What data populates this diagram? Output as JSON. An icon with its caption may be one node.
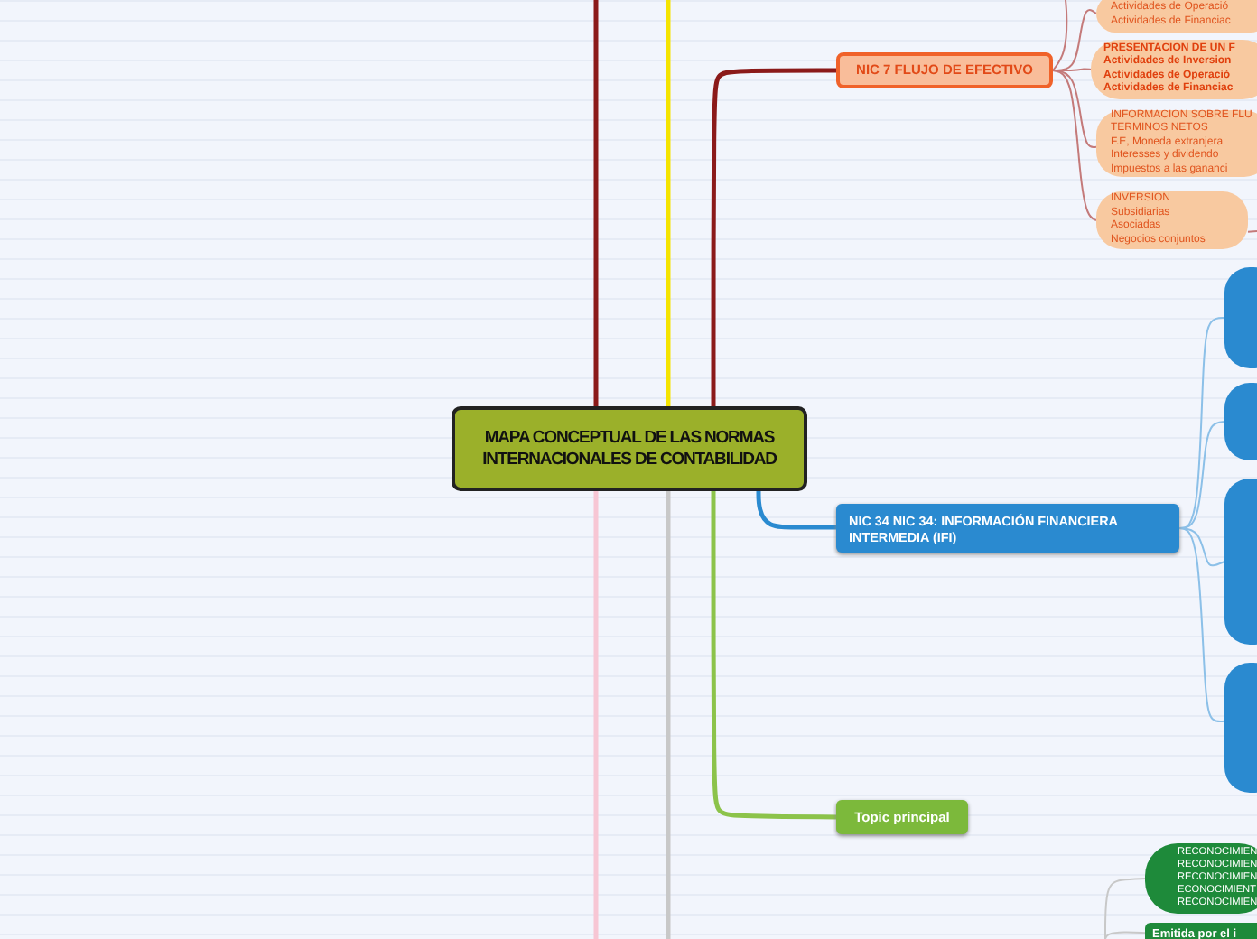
{
  "diagram": {
    "nodes": [
      {
        "text": [
          "MAPA CONCEPTUAL DE LAS NORMAS INTERNACIONALES DE CONTABILIDAD"
        ]
      },
      {
        "text": [
          "NIC 7 FLUJO DE EFECTIVO"
        ]
      },
      {
        "text": [
          "Actividades de Operació",
          "Actividades de Financiac"
        ]
      },
      {
        "text": [
          "PRESENTACION DE UN F",
          "Actividades de Inversion",
          "Actividades de Operació",
          "Actividades de Financiac"
        ]
      },
      {
        "text": [
          "INFORMACION SOBRE FLU TERMINOS NETOS",
          "F.E, Moneda extranjera",
          "Interesses y dividendo",
          "Impuestos a las gananci"
        ]
      },
      {
        "text": [
          "INVERSION",
          "Subsidiarias",
          "Asociadas",
          "Negocios conjuntos"
        ]
      },
      {
        "text": [
          "NIC 34 NIC 34: INFORMACIÓN FINANCIERA INTERMEDIA (IFI)"
        ]
      },
      {
        "text": [],
        "shape": "box"
      },
      {
        "text": [],
        "shape": "box"
      },
      {
        "text": [],
        "shape": "box"
      },
      {
        "text": [],
        "shape": "box"
      },
      {
        "text": [
          "Topic principal"
        ]
      },
      {
        "text": [
          "RECONOCIMIEN",
          "RECONOCIMIEN",
          "RECONOCIMIEN",
          "ECONOCIMIENT",
          "RECONOCIMIEN"
        ]
      },
      {
        "text": [
          "Emitida por el i"
        ]
      }
    ],
    "edges": [
      {
        "from": 0,
        "to": 1,
        "arrow": "none",
        "style": "thick",
        "color": "#8b1a1a"
      },
      {
        "from": 1,
        "to": 2,
        "arrow": "none",
        "color": "#c47a7a"
      },
      {
        "from": 1,
        "to": 3,
        "arrow": "none",
        "color": "#c47a7a"
      },
      {
        "from": 1,
        "to": 4,
        "arrow": "none",
        "color": "#c47a7a"
      },
      {
        "from": 1,
        "to": 5,
        "arrow": "none",
        "color": "#c47a7a"
      },
      {
        "from": 1,
        "to": null,
        "arrow": "none",
        "color": "#c47a7a"
      },
      {
        "from": 5,
        "to": null,
        "arrow": "none",
        "color": "#c47a7a"
      },
      {
        "from": 0,
        "to": 6,
        "arrow": "none",
        "style": "thick",
        "color": "#2a8ad0"
      },
      {
        "from": 6,
        "to": 7,
        "arrow": "none",
        "color": "#8cc0e8"
      },
      {
        "from": 6,
        "to": 8,
        "arrow": "none",
        "color": "#8cc0e8"
      },
      {
        "from": 6,
        "to": 9,
        "arrow": "none",
        "color": "#8cc0e8"
      },
      {
        "from": 6,
        "to": 10,
        "arrow": "none",
        "color": "#8cc0e8"
      },
      {
        "from": 0,
        "to": 11,
        "arrow": "none",
        "style": "thick",
        "color": "#8cc34a"
      },
      {
        "from": 0,
        "to": null,
        "arrow": "none",
        "style": "thick",
        "color": "#8b1a1a"
      },
      {
        "from": 0,
        "to": null,
        "arrow": "none",
        "style": "thick",
        "color": "#f5e400"
      },
      {
        "from": 0,
        "to": null,
        "arrow": "none",
        "style": "thick",
        "color": "#f7c6d4"
      },
      {
        "from": 0,
        "to": null,
        "arrow": "none",
        "style": "thick",
        "color": "#c8c8c8"
      },
      {
        "from": null,
        "to": 12,
        "arrow": "none",
        "color": "#c8c8c8"
      },
      {
        "from": null,
        "to": 13,
        "arrow": "none",
        "color": "#c8c8c8"
      }
    ]
  }
}
